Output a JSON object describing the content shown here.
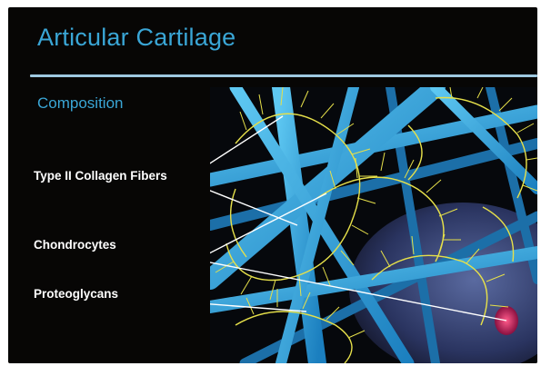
{
  "slide": {
    "title": "Articular Cartilage",
    "subtitle": "Composition"
  },
  "labels": {
    "collagen": "Type II Collagen Fibers",
    "chondrocytes": "Chondrocytes",
    "proteoglycans": "Proteoglycans"
  },
  "colors": {
    "background": "#070605",
    "heading": "#3aa6d6",
    "collagen_fiber": "#2aa7e3",
    "proteoglycan": "#e6e04a",
    "label_text": "#ffffff"
  }
}
